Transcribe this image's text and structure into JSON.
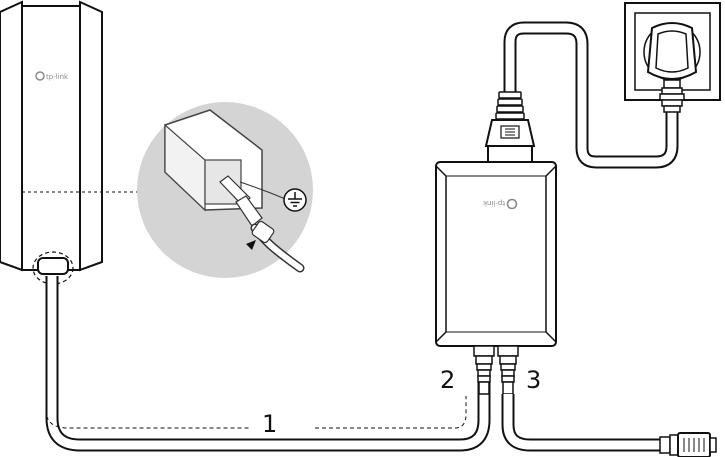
{
  "diagram": {
    "callouts": {
      "cable_1": "1",
      "port_2": "2",
      "port_3": "3"
    },
    "access_point": {
      "logo_text": "tp-link"
    },
    "poe_injector": {
      "logo_text": "tp-link"
    },
    "icons": [
      "ground-symbol-icon",
      "tp-link-logo-icon",
      "power-plug-icon",
      "wall-socket-icon",
      "ethernet-connector-icon"
    ]
  }
}
